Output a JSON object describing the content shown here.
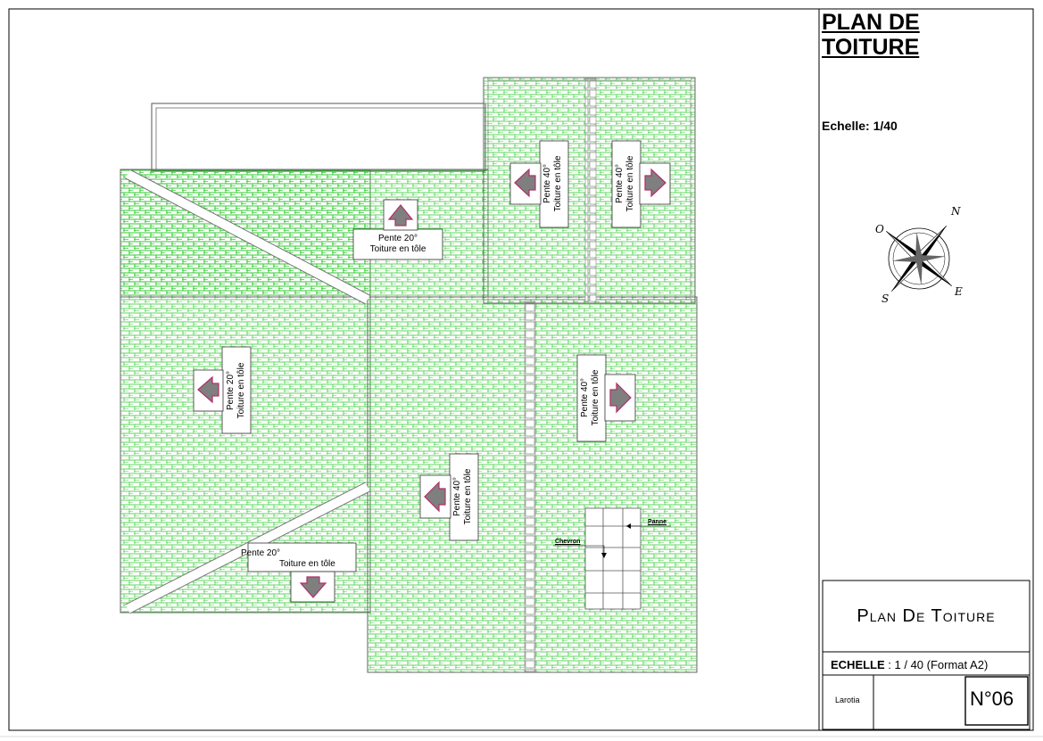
{
  "header": {
    "title_line1": "PLAN DE",
    "title_line2": "TOITURE",
    "scale": "Echelle: 1/40"
  },
  "compass": {
    "north": "N",
    "east": "E",
    "south": "S",
    "west": "O"
  },
  "roof_labels": {
    "top_center": {
      "slope": "Pente 20°",
      "material": "Toiture en  tôle"
    },
    "left_middle": {
      "slope": "Pente 20°",
      "material": "Toiture en  tôle"
    },
    "bottom_left": {
      "slope": "Pente 20°",
      "material": "Toiture en  tôle"
    },
    "top_right_a": {
      "slope": "Pente 40°",
      "material": "Toiture en tôle"
    },
    "top_right_b": {
      "slope": "Pente 40°",
      "material": "Toiture en tôle"
    },
    "center": {
      "slope": "Pente 40°",
      "material": "Toiture en  tôle"
    },
    "right_middle": {
      "slope": "Pente 40°",
      "material": "Toiture en  tôle"
    }
  },
  "detail_notes": {
    "panne": "Panne",
    "chevron": "Chevron"
  },
  "cartouche": {
    "title": "Plan De Toiture",
    "scale_label": "ECHELLE",
    "scale_value": " : 1 / 40 (Format A2)",
    "author": "Larotia",
    "sheet_number": "N°06"
  },
  "colors": {
    "tile": "#1ec51e",
    "arrow_fill": "#7f7f7f",
    "arrow_stroke": "#b0306a"
  }
}
